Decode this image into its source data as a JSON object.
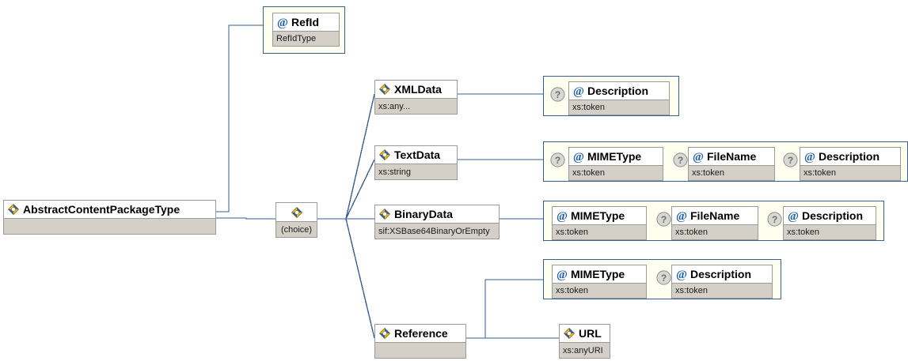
{
  "diagram": {
    "type": "xml-schema-tree",
    "root": {
      "name": "AbstractContentPackageType",
      "type": "",
      "icon": "element-icon"
    },
    "choice": {
      "label": "(choice)",
      "icon": "element-icon"
    },
    "attribute_branch": {
      "name": "RefId",
      "type": "RefIdType",
      "icon": "attribute-icon",
      "optional": false
    },
    "branches": [
      {
        "id": "xmldata",
        "name": "XMLData",
        "type": "xs:any...",
        "icon": "element-icon",
        "attributes": [
          {
            "name": "Description",
            "type": "xs:token",
            "icon": "attribute-icon",
            "optional": true
          }
        ]
      },
      {
        "id": "textdata",
        "name": "TextData",
        "type": "xs:string",
        "icon": "element-icon",
        "attributes": [
          {
            "name": "MIMEType",
            "type": "xs:token",
            "icon": "attribute-icon",
            "optional": true
          },
          {
            "name": "FileName",
            "type": "xs:token",
            "icon": "attribute-icon",
            "optional": true
          },
          {
            "name": "Description",
            "type": "xs:token",
            "icon": "attribute-icon",
            "optional": true
          }
        ]
      },
      {
        "id": "binarydata",
        "name": "BinaryData",
        "type": "sif:XSBase64BinaryOrEmpty",
        "icon": "element-icon",
        "attributes": [
          {
            "name": "MIMEType",
            "type": "xs:token",
            "icon": "attribute-icon",
            "optional": false
          },
          {
            "name": "FileName",
            "type": "xs:token",
            "icon": "attribute-icon",
            "optional": true
          },
          {
            "name": "Description",
            "type": "xs:token",
            "icon": "attribute-icon",
            "optional": true
          }
        ]
      },
      {
        "id": "reference",
        "name": "Reference",
        "type": "",
        "icon": "element-icon",
        "attributes": [
          {
            "name": "MIMEType",
            "type": "xs:token",
            "icon": "attribute-icon",
            "optional": false
          },
          {
            "name": "Description",
            "type": "xs:token",
            "icon": "attribute-icon",
            "optional": true
          }
        ],
        "children": [
          {
            "name": "URL",
            "type": "xs:anyURI",
            "icon": "element-icon"
          }
        ]
      }
    ],
    "colors": {
      "connector": "#3a5f90",
      "attr_group_fill": "#fffff0",
      "attr_group_border": "#3a5f90",
      "type_bar_fill": "#d4d0c8",
      "box_border": "#9a9a9a",
      "box_fill": "#ffffff",
      "optional_marker": "#9a9a9a",
      "attribute_glyph": "#1f5fa8",
      "background": "#ffffff"
    },
    "optional_marker_label": "?"
  }
}
